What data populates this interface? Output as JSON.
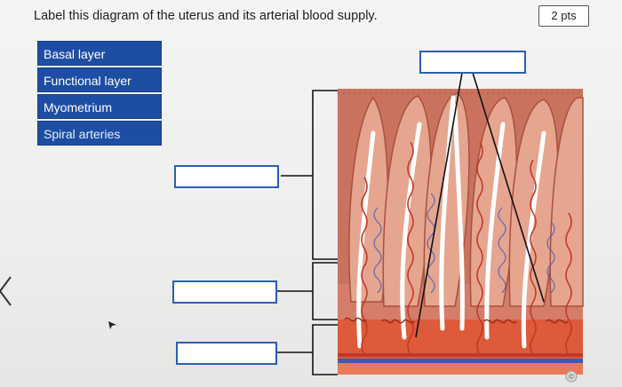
{
  "question": {
    "text": "Label this diagram of the uterus and its arterial blood supply."
  },
  "points": {
    "label": "2 pts"
  },
  "word_bank": [
    {
      "label": "Basal layer"
    },
    {
      "label": "Functional layer"
    },
    {
      "label": "Myometrium"
    },
    {
      "label": "Spiral arteries"
    }
  ],
  "colors": {
    "chip_bg": "#1d4ea3",
    "drop_border": "#2b5eb0",
    "tissue": "#c9735e",
    "gland": "#e6a58f",
    "artery": "#c0392b",
    "vein": "#3b5bb5"
  },
  "icons": [
    "back-chevron-icon",
    "cursor-arrow-icon",
    "copyright-icon"
  ]
}
